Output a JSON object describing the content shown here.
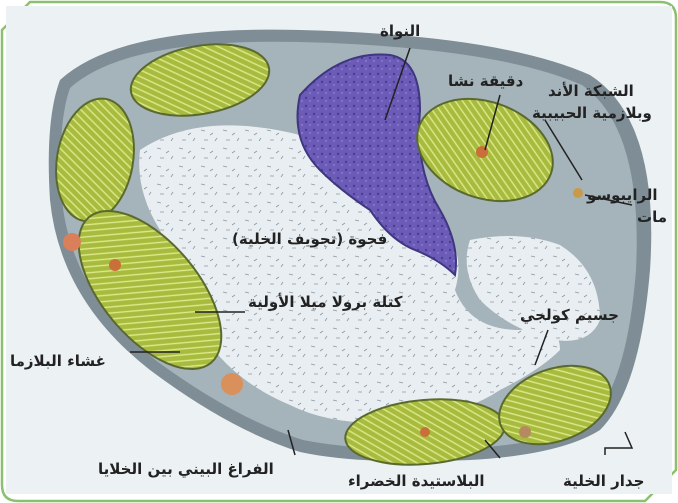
{
  "labels": {
    "nucleus": "النواة",
    "starch_grain": "دقيقة نشا",
    "rough_er_line1": "الشبكة الأند",
    "rough_er_line2": "وبلازمية الحبيبية",
    "ribosomes_line1": "الرايبوسو",
    "ribosomes_line2": "مات",
    "vacuole": "فجوة (تجويف الخلية)",
    "prolamellar_body": "كتلة برولا ميلا الأولية",
    "golgi_body": "جسيم كولجي",
    "plasma_membrane": "غشاء البلازما",
    "intercellular_space": "الفراغ البيني بين الخلايا",
    "chloroplast": "البلاستيدة الخضراء",
    "cell_wall": "جدار الخلية"
  },
  "colors": {
    "frame_border": "#8cc070",
    "cell_wall": "#7a8a93",
    "cytoplasm": "#9aa9b0",
    "vacuole": "#e6edf0",
    "chloroplast": "#9fb53a",
    "thylakoid": "#d6e07a",
    "nucleus": "#6a5bb3",
    "starch": "#c9703a"
  }
}
